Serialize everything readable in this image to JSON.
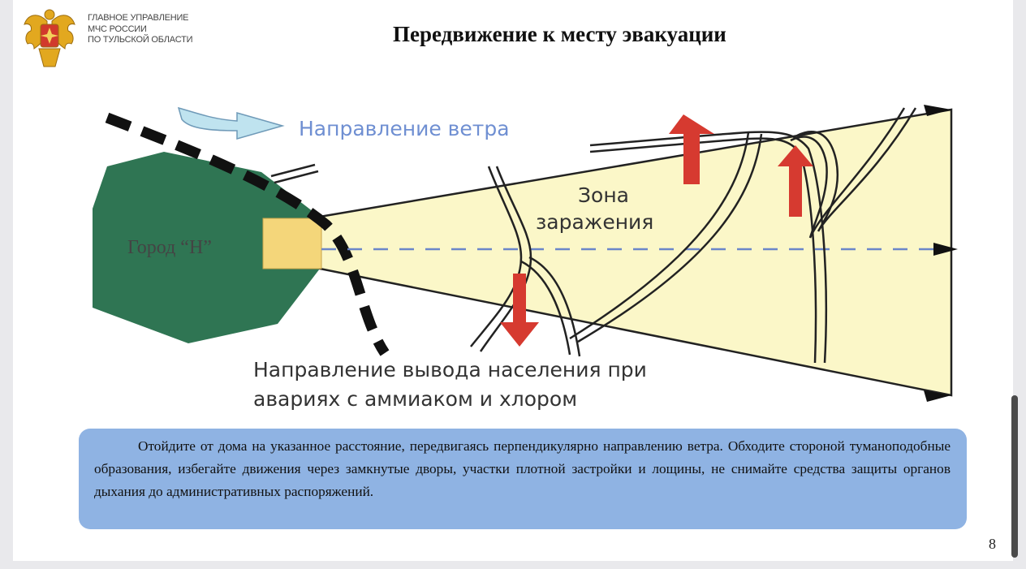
{
  "header": {
    "org_lines": [
      "ГЛАВНОЕ УПРАВЛЕНИЕ",
      "МЧС РОССИИ",
      "ПО ТУЛЬСКОЙ ОБЛАСТИ"
    ],
    "title": "Передвижение к месту эвакуации"
  },
  "diagram": {
    "wind_label": "Направление ветра",
    "city_label": "Город “Н”",
    "zone_line1": "Зона",
    "zone_line2": "заражения",
    "evac_line1": "Направление вывода населения при",
    "evac_line2": "авариях с аммиаком и хлором",
    "colors": {
      "city": "#2f7553",
      "source": "#f4d67a",
      "zone": "#fbf7c8",
      "arrows": "#d63a30",
      "wind_text": "#6f8fd2",
      "wind_arrow": "#bfe3ef",
      "axis": "#6b86c9"
    }
  },
  "note": {
    "text": "Отойдите от дома на указанное расстояние, передвигаясь перпендикулярно направлению ветра. Обходите стороной туманоподобные образования, избегайте движения через замкнутые дворы, участки плотной застройки и лощины, не снимайте средства защиты органов дыхания до административных распоряжений."
  },
  "page_number": "8"
}
